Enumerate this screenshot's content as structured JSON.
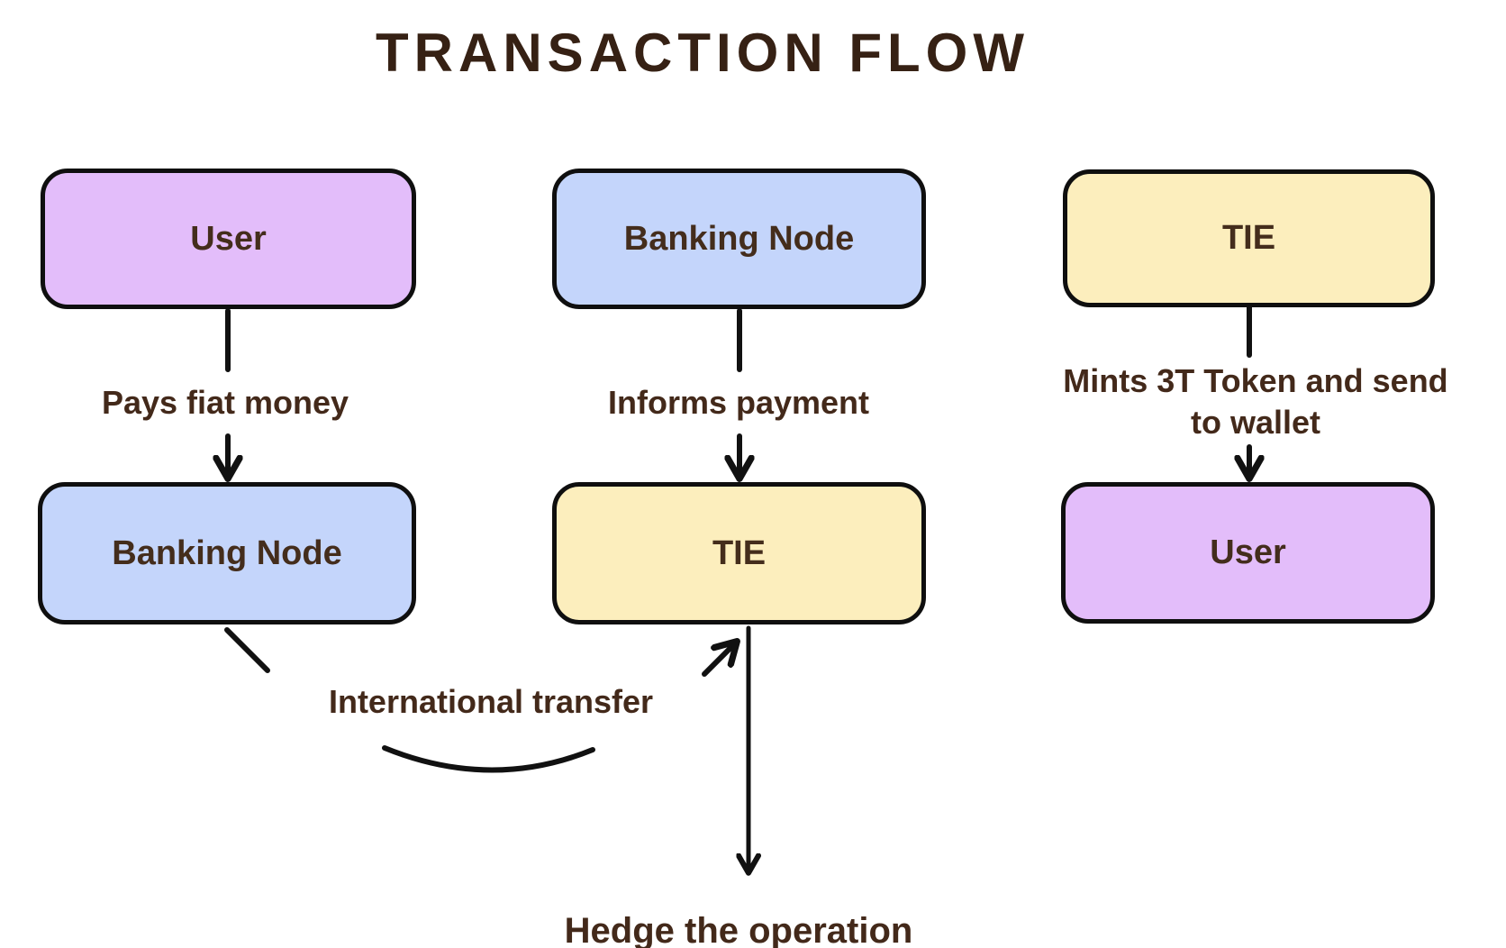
{
  "title": "TRANSACTION FLOW",
  "colors": {
    "node-purple": "#e3bdfa",
    "node-blue": "#c4d5fb",
    "node-yellow": "#fceebd",
    "node-border": "#0f0f0f",
    "arrow": "#111111",
    "title-text": "#362114",
    "label-text": "#43291a",
    "box-text": "#442d1c"
  },
  "nodes": {
    "flow1_source": "User",
    "flow1_target": "Banking Node",
    "flow2_source": "Banking Node",
    "flow2_target": "TIE",
    "flow3_source": "TIE",
    "flow3_target": "User"
  },
  "edge_labels": {
    "pays": "Pays fiat money",
    "informs": "Informs payment",
    "mints_line1": "Mints 3T Token and send",
    "mints_line2": "to wallet",
    "international": "International transfer",
    "hedge": "Hedge the operation"
  }
}
